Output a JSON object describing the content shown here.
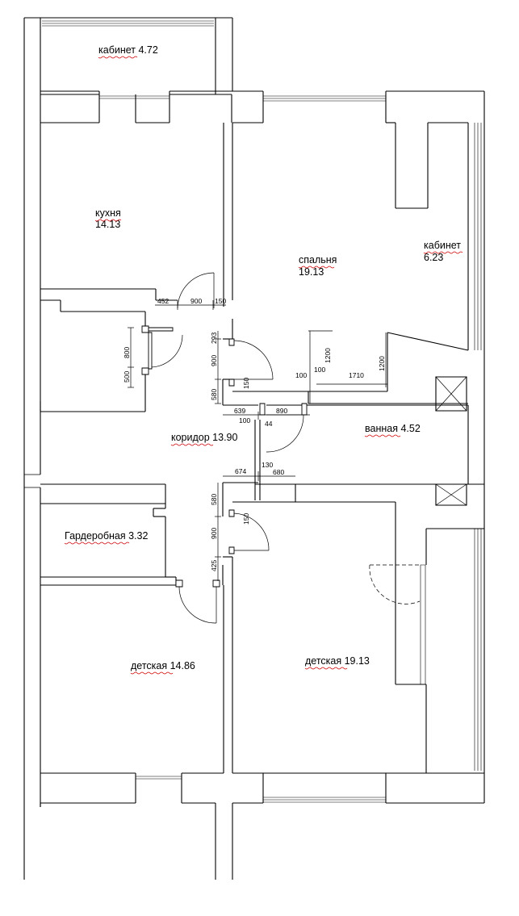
{
  "rooms": {
    "study_top": "кабинет 4.72",
    "kitchen_name": "кухня",
    "kitchen_area": "14.13",
    "bedroom_name": "спальня",
    "bedroom_area": "19.13",
    "study_right_name": "кабинет",
    "study_right_area": "6.23",
    "bathroom": "ванная  4.52",
    "corridor": "коридор 13.90",
    "wardrobe": "Гардеробная  3.32",
    "kids_left": "детская  14.86",
    "kids_right": "детская  19.13"
  },
  "dimensions": {
    "d452": "452",
    "d900_top": "900",
    "d150_top": "150",
    "d293": "293",
    "d800": "800",
    "d500": "500",
    "d900_mid": "900",
    "d150_mid": "150",
    "d580_top": "580",
    "d639": "639",
    "d100_a": "100",
    "d44": "44",
    "d890": "890",
    "d100_b": "100",
    "d100_c": "100",
    "d1200_a": "1200",
    "d1710": "1710",
    "d1200_b": "1200",
    "d674": "674",
    "d130": "130",
    "d680": "680",
    "d580_bot": "580",
    "d900_bot": "900",
    "d150_bot": "150",
    "d425": "425"
  }
}
